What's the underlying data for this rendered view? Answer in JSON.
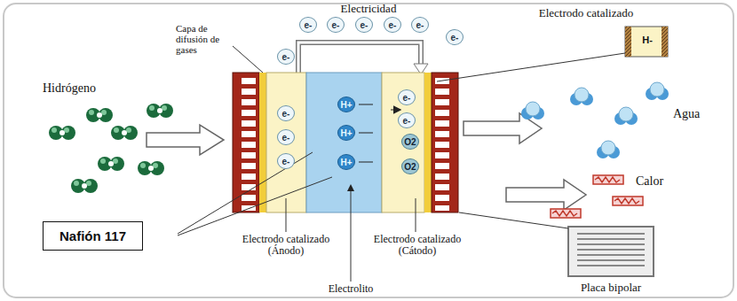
{
  "diagram": {
    "nodes": [
      {
        "text": [
          "e-"
        ]
      },
      {
        "text": [
          "e-"
        ]
      },
      {
        "text": [
          "e-"
        ]
      },
      {
        "text": [
          "e-"
        ]
      },
      {
        "text": [
          "e-"
        ]
      },
      {
        "text": [
          "e-"
        ]
      },
      {
        "text": [
          "e-"
        ]
      },
      {
        "text": [
          "e-"
        ]
      },
      {
        "text": [
          "e-"
        ]
      },
      {
        "text": [
          "e-"
        ]
      },
      {
        "text": [
          "H+"
        ]
      },
      {
        "text": [
          "H+"
        ]
      },
      {
        "text": [
          "H+"
        ]
      },
      {
        "text": [
          "e-"
        ]
      },
      {
        "text": [
          "e-"
        ]
      },
      {
        "text": [
          "O2"
        ]
      },
      {
        "text": [
          "O2"
        ]
      },
      {
        "text": [
          "Nafión 117"
        ]
      }
    ],
    "labels": [
      "Electricidad",
      "Capa de difusión de gases",
      "Electrodo catalizado",
      "H-",
      "Hidrógeno",
      "Agua",
      "Calor",
      "Electrodo catalizado (Ánodo)",
      "Electrolito",
      "Electrodo catalizado (Cátodo)",
      "Placa bipolar"
    ]
  }
}
